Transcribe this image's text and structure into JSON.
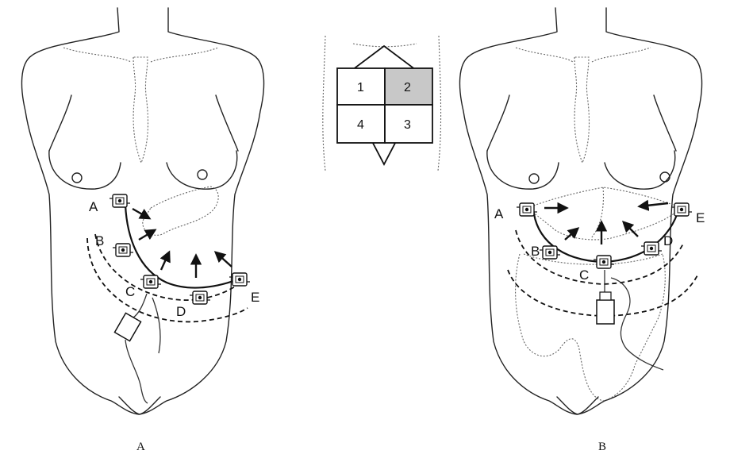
{
  "figure": {
    "panel_a_caption": "A",
    "panel_b_caption": "B",
    "quadrant_labels": [
      "1",
      "2",
      "3",
      "4"
    ],
    "highlighted_quadrant": "2",
    "highlight_color": "#c8c8c8",
    "panel_a_ports": [
      "A",
      "B",
      "C",
      "D",
      "E"
    ],
    "panel_b_ports": [
      "A",
      "B",
      "C",
      "D",
      "E"
    ]
  }
}
